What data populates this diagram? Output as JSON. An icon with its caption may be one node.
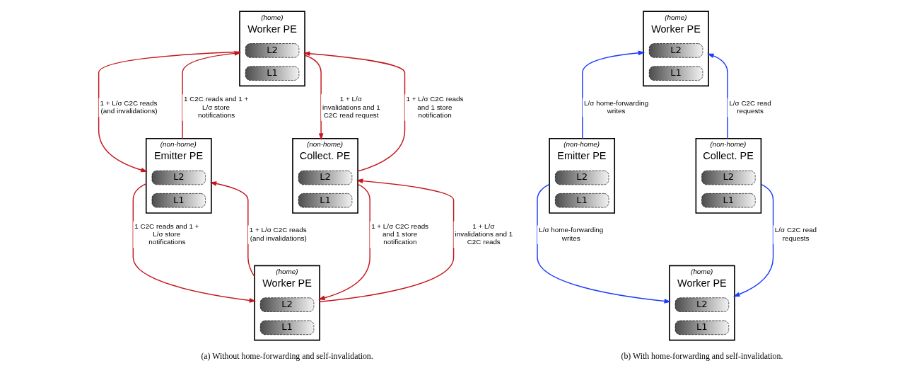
{
  "diagram": {
    "nodes": [
      {
        "text": [
          "Worker PE"
        ],
        "beside": [
          "(home)"
        ]
      },
      {
        "text": [
          "L2"
        ],
        "in": 0
      },
      {
        "text": [
          "L1"
        ],
        "in": 0
      },
      {
        "text": [
          "Emitter PE"
        ],
        "beside": [
          "(non-home)"
        ]
      },
      {
        "text": [
          "L2"
        ],
        "in": 3
      },
      {
        "text": [
          "L1"
        ],
        "in": 3
      },
      {
        "text": [
          "Collect. PE"
        ],
        "beside": [
          "(non-home)"
        ]
      },
      {
        "text": [
          "L2"
        ],
        "in": 6
      },
      {
        "text": [
          "L1"
        ],
        "in": 6
      },
      {
        "text": [
          "Worker PE"
        ],
        "beside": [
          "(home)"
        ]
      },
      {
        "text": [
          "L2"
        ],
        "in": 9
      },
      {
        "text": [
          "L1"
        ],
        "in": 9
      },
      {
        "text": [
          "Worker PE"
        ],
        "beside": [
          "(home)"
        ]
      },
      {
        "text": [
          "L2"
        ],
        "in": 12
      },
      {
        "text": [
          "L1"
        ],
        "in": 12
      },
      {
        "text": [
          "Emitter PE"
        ],
        "beside": [
          "(non-home)"
        ]
      },
      {
        "text": [
          "L2"
        ],
        "in": 15
      },
      {
        "text": [
          "L1"
        ],
        "in": 15
      },
      {
        "text": [
          "Collect. PE"
        ],
        "beside": [
          "(non-home)"
        ]
      },
      {
        "text": [
          "L2"
        ],
        "in": 18
      },
      {
        "text": [
          "L1"
        ],
        "in": 18
      },
      {
        "text": [
          "Worker PE"
        ],
        "beside": [
          "(home)"
        ]
      },
      {
        "text": [
          "L2"
        ],
        "in": 21
      },
      {
        "text": [
          "L1"
        ],
        "in": 21
      }
    ],
    "edges": [
      {
        "from": 3,
        "to": 0,
        "arrow": "to",
        "label": "1 C2C reads and 1 + L/σ store notifications"
      },
      {
        "from": 0,
        "to": 3,
        "arrow": "to",
        "label": "1 + L/σ C2C reads (and invalidations)"
      },
      {
        "from": 0,
        "to": 6,
        "arrow": "to",
        "label": "1 + L/σ invalidations and 1 C2C read request"
      },
      {
        "from": 6,
        "to": 0,
        "arrow": "to",
        "label": "1 + L/σ C2C reads and 1 store notification"
      },
      {
        "from": 6,
        "to": 9,
        "arrow": "to",
        "label": "1 + L/σ C2C reads and 1 store notification"
      },
      {
        "from": 9,
        "to": 3,
        "arrow": "to",
        "label": "1 + L/σ C2C reads (and invalidations)"
      },
      {
        "from": 3,
        "to": 9,
        "arrow": "to",
        "label": "1 C2C reads and 1 + L/σ store notifications"
      },
      {
        "from": 9,
        "to": 6,
        "arrow": "to",
        "label": "1 + L/σ invalidations and 1 C2C reads"
      },
      {
        "from": 15,
        "to": 12,
        "arrow": "to",
        "label": "L/σ home-forwarding writes",
        "color": "#1a3cff"
      },
      {
        "from": 18,
        "to": 12,
        "arrow": "to",
        "label": "L/σ C2C read requests",
        "color": "#1a3cff"
      },
      {
        "from": 15,
        "to": 21,
        "arrow": "to",
        "label": "L/σ home-forwarding writes",
        "color": "#1a3cff"
      },
      {
        "from": 18,
        "to": 21,
        "arrow": "to",
        "label": "L/σ C2C read requests",
        "color": "#1a3cff"
      }
    ],
    "labels": [
      "(a) Without home-forwarding and self-invalidation.",
      "(b) With home-forwarding and self-invalidation."
    ]
  }
}
